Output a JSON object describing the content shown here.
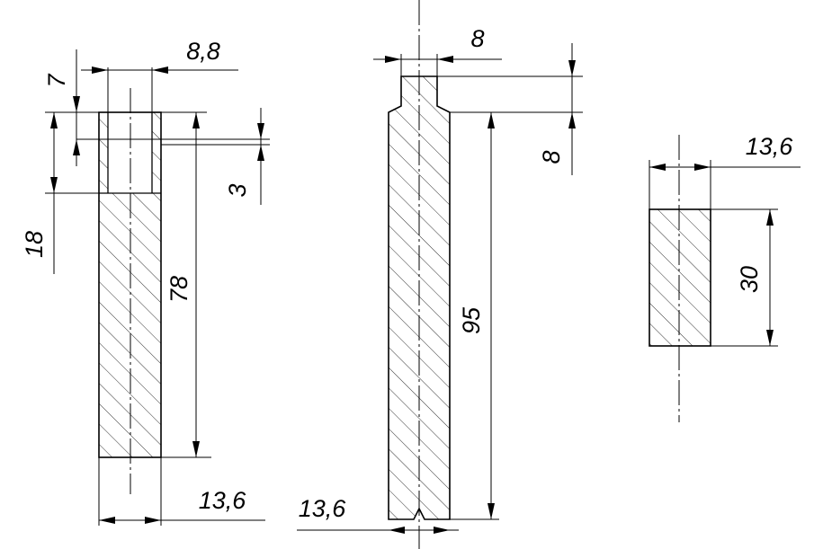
{
  "drawing": {
    "part_a": {
      "dim_bore_depth": "7",
      "dim_bore_width": "8,8",
      "dim_chamfer": "3",
      "dim_head_height": "18",
      "dim_length": "78",
      "dim_width": "13,6"
    },
    "part_b": {
      "dim_tip_width": "8",
      "dim_tip_height": "8",
      "dim_length": "95",
      "dim_width": "13,6"
    },
    "part_c": {
      "dim_width": "13,6",
      "dim_height": "30"
    }
  }
}
